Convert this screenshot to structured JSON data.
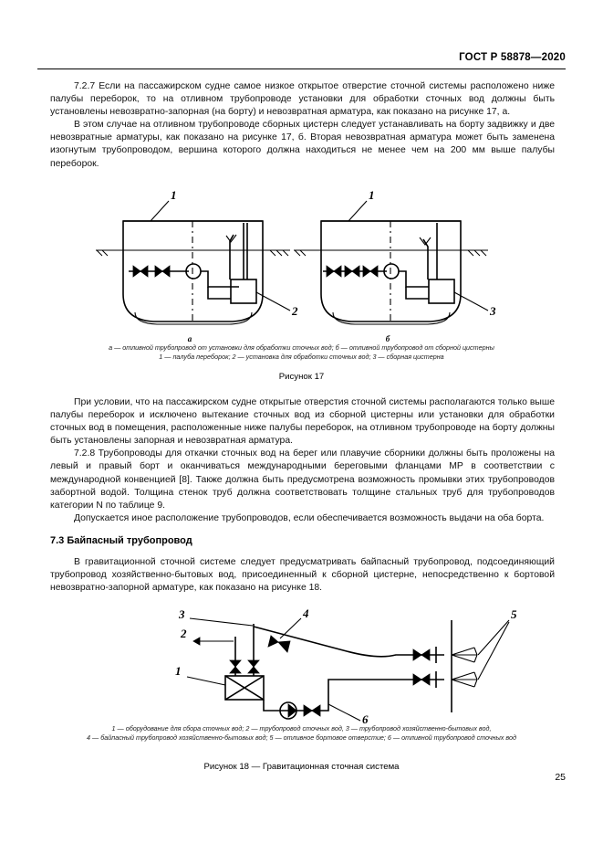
{
  "document": {
    "standard_header": "ГОСТ Р 58878—2020",
    "page_number": "25"
  },
  "content": {
    "para_727": "7.2.7 Если на пассажирском судне самое низкое открытое отверстие сточной системы расположено ниже палубы переборок, то на отливном трубопроводе установки для обработки сточных вод должны быть установлены невозвратно-запорная (на борту) и невозвратная арматура, как показано на рисунке 17, а.",
    "para_727b": "В этом случае на отливном трубопроводе сборных цистерн следует устанавливать на борту задвижку и две невозвратные арматуры, как показано на рисунке 17, б. Вторая невозвратная арматура может быть заменена изогнутым трубопроводом, вершина которого должна находиться не менее чем на 200 мм выше палубы переборок.",
    "para_condition": "При условии, что на пассажирском судне открытые отверстия сточной системы располагаются только выше палубы переборок и исключено вытекание сточных вод из сборной цистерны или установки для обработки сточных вод в помещения, расположенные ниже палубы переборок, на отливном трубопроводе на борту должны быть установлены запорная и невозвратная арматура.",
    "para_728": "7.2.8 Трубопроводы для откачки сточных вод на берег или плавучие сборники должны быть проложены на левый и правый борт и оканчиваться международными береговыми фланцами МР в соответствии с международной конвенцией [8]. Также должна быть предусмотрена возможность промывки этих трубопроводов забортной водой. Толщина стенок труб должна соответствовать толщине стальных труб для трубопроводов категории N по таблице 9.",
    "para_allow": "Допускается иное расположение трубопроводов, если обеспечивается возможность выдачи на оба борта.",
    "section_73_title": "7.3 Байпасный трубопровод",
    "para_73": "В гравитационной сточной системе следует предусматривать байпасный трубопровод, подсоединяющий трубопровод хозяйственно-бытовых вод, присоединенный к сборной цистерне, непосредственно к бортовой невозвратно-запорной арматуре, как показано на рисунке 18."
  },
  "figure17": {
    "sub_a_label": "а",
    "sub_b_label": "б",
    "callouts_a": [
      "1",
      "2"
    ],
    "callouts_b": [
      "1",
      "3"
    ],
    "legend_line1": "а — отливной трубопровод от установки для обработки сточных вод;  б — отливной трубопровод от сборной цистерны",
    "legend_line2": "1 — палуба переборок; 2 — установка для обработки сточных вод; 3 — сборная цистерна",
    "title": "Рисунок 17"
  },
  "figure18": {
    "callouts": [
      "1",
      "2",
      "3",
      "4",
      "5",
      "6"
    ],
    "legend_line1": "1 — оборудование для сбора сточных вод; 2 — трубопровод сточных вод, 3 — трубопровод хозяйственно-бытовых вод,",
    "legend_line2": "4 — байпасный трубопровод хозяйственно-бытовых вод; 5 — отливное бортовое отверстие; 6 — отливной трубопровод сточных вод",
    "title": "Рисунок 18 — Гравитационная сточная система"
  }
}
